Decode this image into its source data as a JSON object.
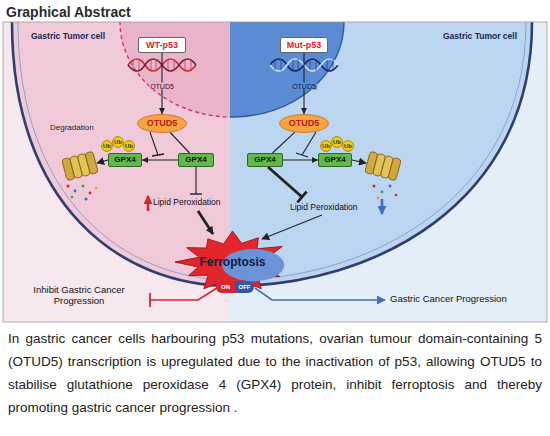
{
  "diagram": {
    "title": "Graphical Abstract",
    "caption": "In gastric cancer cells harbouring p53 mutations, ovarian tumour domain-containing 5 (OTUD5) transcription is upregulated due to the inactivation of p53, allowing OTUD5 to stabilise glutathione peroxidase 4 (GPX4) protein, inhibit ferroptosis and thereby promoting gastric cancer progression .",
    "nodes": [
      {
        "text": [
          "Gastric Tumor cell"
        ]
      },
      {
        "text": [
          "Gastric Tumor cell"
        ]
      },
      {
        "text": [
          "WT-p53"
        ],
        "in": 0
      },
      {
        "text": [
          "Mut-p53"
        ],
        "in": 1
      },
      {
        "text": [
          "OTUD5"
        ],
        "in": 0
      },
      {
        "text": [
          "OTUD5"
        ],
        "in": 1
      },
      {
        "text": [
          "Ub"
        ],
        "in": 0
      },
      {
        "text": [
          "Ub"
        ],
        "in": 0
      },
      {
        "text": [
          "Ub"
        ],
        "in": 0
      },
      {
        "text": [
          "GPX4"
        ],
        "in": 0
      },
      {
        "text": [
          "GPX4"
        ],
        "in": 0
      },
      {
        "text": [
          "GPX4"
        ],
        "in": 1
      },
      {
        "text": [
          "GPX4"
        ],
        "in": 1
      },
      {
        "text": [
          "Ub"
        ],
        "in": 1
      },
      {
        "text": [
          "Ub"
        ],
        "in": 1
      },
      {
        "text": [
          "Ub"
        ],
        "in": 1
      },
      {
        "text": [
          "Ferroptosis"
        ]
      },
      {
        "text": [
          "ON",
          "OFF"
        ]
      }
    ],
    "edges": [
      {
        "from": 2,
        "to": 4,
        "label": "OTUD5",
        "arrow": "to"
      },
      {
        "from": 3,
        "to": 5,
        "label": "OTUD5",
        "arrow": "to"
      },
      {
        "from": 4,
        "to": 10,
        "arrow": "none"
      },
      {
        "from": 5,
        "to": 11,
        "arrow": "none"
      },
      {
        "from": 10,
        "to": 9,
        "arrow": "to"
      },
      {
        "from": 11,
        "to": 12,
        "arrow": "to"
      }
    ],
    "labels": [
      "Degradation",
      "Lipid Peroxidation",
      "Lipid Peroxidation",
      "Inhibit Gastric Cancer Progression",
      "Gastric Cancer Progression"
    ]
  }
}
